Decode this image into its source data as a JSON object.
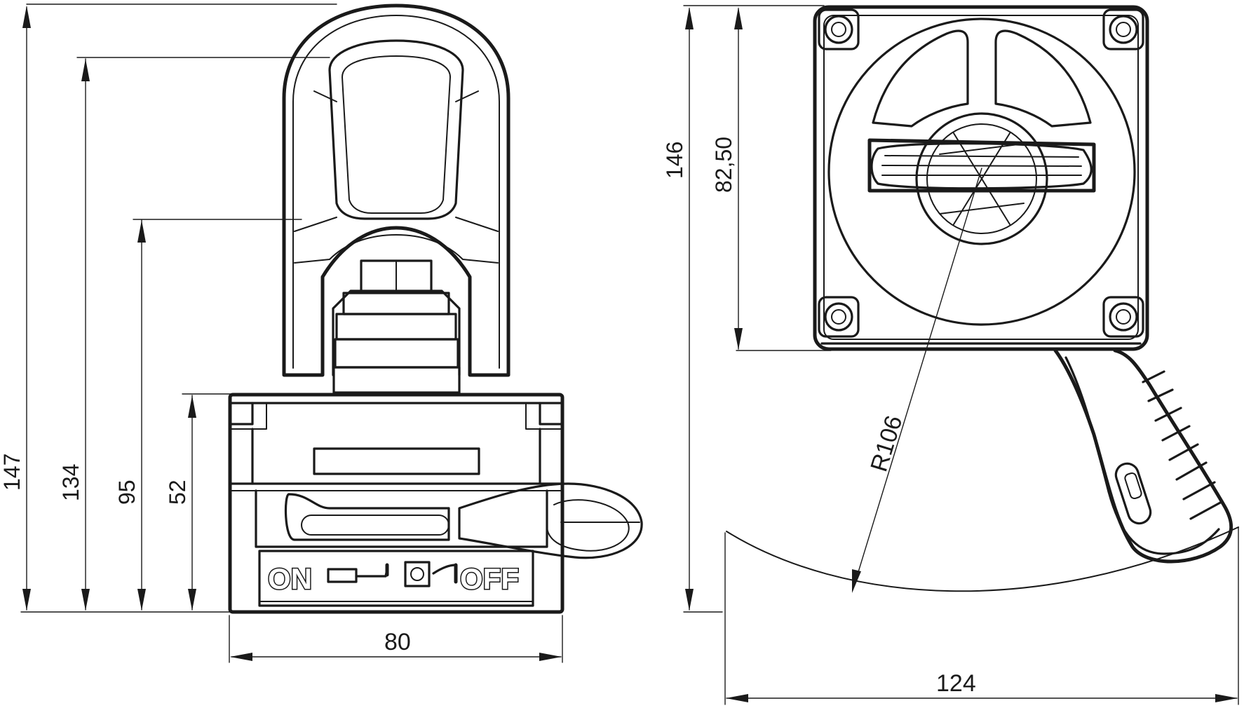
{
  "dimensions": {
    "side_view": {
      "height_total": "147",
      "height_to_eye_top": "134",
      "height_to_eye_bottom": "95",
      "body_height": "52",
      "width": "80"
    },
    "top_view": {
      "height_total": "146",
      "handle_axis": "82,50",
      "radius": "R106",
      "width": "124"
    }
  },
  "switch_labels": {
    "on": "ON",
    "off": "OFF"
  },
  "colors": {
    "line": "#1a1a1a",
    "background": "#ffffff"
  }
}
